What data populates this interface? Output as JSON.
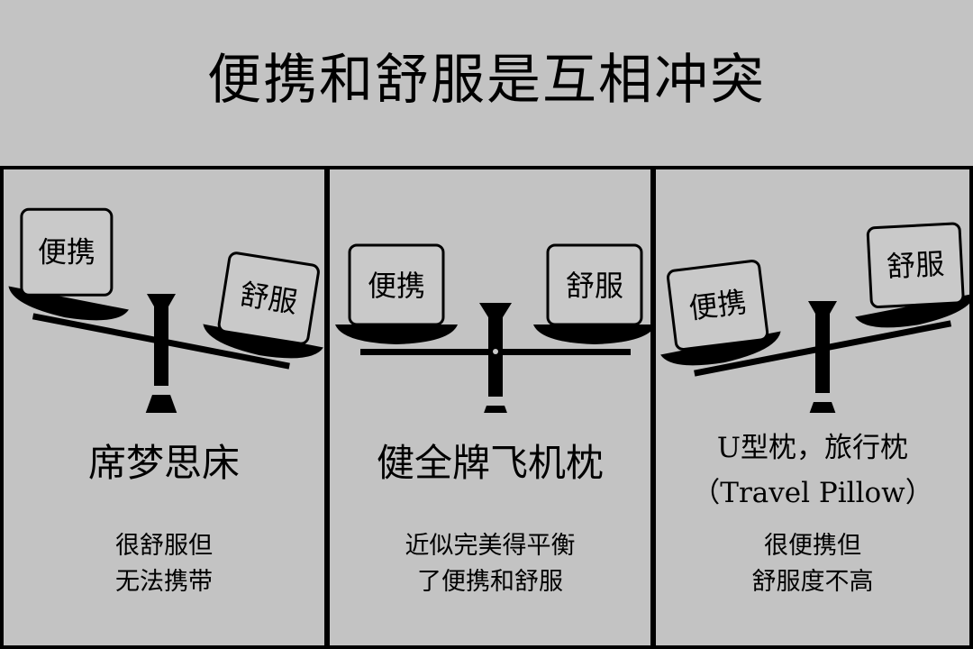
{
  "title": "便携和舒服是互相冲突",
  "panels": [
    {
      "left_box": "便携",
      "right_box": "舒服",
      "tilt": "left-up",
      "name": "席梦思床",
      "desc_lines": [
        "很舒服但",
        "无法携带"
      ]
    },
    {
      "left_box": "便携",
      "right_box": "舒服",
      "tilt": "balanced",
      "name": "健全牌飞机枕",
      "desc_lines": [
        "近似完美得平衡",
        "了便携和舒服"
      ]
    },
    {
      "left_box": "便携",
      "right_box": "舒服",
      "tilt": "right-up",
      "name_lines": [
        "U型枕，旅行枕",
        "（Travel Pillow）"
      ],
      "desc_lines": [
        "很便携但",
        "舒服度不高"
      ]
    }
  ]
}
